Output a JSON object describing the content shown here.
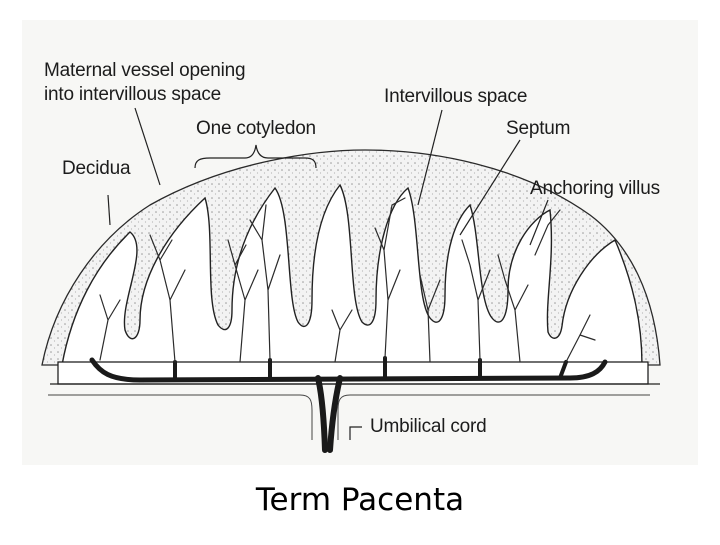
{
  "diagram": {
    "labels": {
      "maternal_vessel_line1": "Maternal vessel opening",
      "maternal_vessel_line2": "into intervillous space",
      "intervillous_space": "Intervillous space",
      "one_cotyledon": "One cotyledon",
      "septum": "Septum",
      "decidua": "Decidua",
      "anchoring_villus": "Anchoring villus",
      "umbilical_cord": "Umbilical cord"
    },
    "colors": {
      "ink": "#1c1c1c",
      "decidua_fill": "#f2f2f2",
      "paper": "#ffffff",
      "scan_background": "#f6f6f4"
    }
  },
  "caption": "Term Pacenta"
}
